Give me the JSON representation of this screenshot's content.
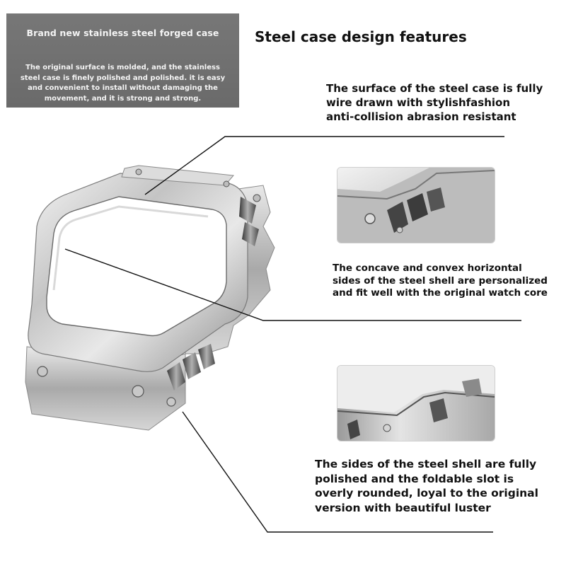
{
  "intro_box": {
    "title": "Brand new stainless steel forged case",
    "description": "The original surface is molded, and the stainless steel case is finely polished and polished. it is easy and convenient to install without damaging the movement, and it is strong and strong."
  },
  "heading": "Steel case design features",
  "features": [
    {
      "text": "The surface of the steel case is fully\nwire drawn with stylishfashion\nanti-collision abrasion resistant"
    },
    {
      "text": "The concave and convex horizontal\nsides of the steel shell are personalized\nand fit well with the original watch core"
    },
    {
      "text": "The sides of the steel shell are fully\npolished and the foldable slot is\noverly rounded, loyal to the original\nversion with beautiful luster"
    }
  ],
  "colors": {
    "box_background": "#707070",
    "box_text": "#f4f4f4",
    "heading_text": "#111111",
    "leader_lines": "#111111"
  }
}
